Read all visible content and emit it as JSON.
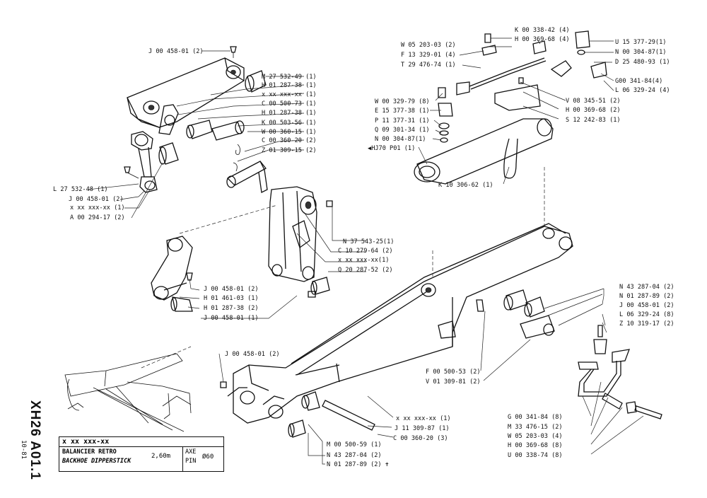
{
  "model_code": "XH26 A01.1",
  "date_code": "10-81",
  "title_block": {
    "ref": "x xx xxx-xx",
    "title_fr": "BALANCIER RETRO",
    "title_en": "BACKHOE DIPPERSTICK",
    "length": "2,60m",
    "axe_label": "AXE",
    "pin_label": "PIN",
    "diameter": "Ø60"
  },
  "callouts": {
    "j_top": "J 00 458-01 (2)",
    "m27": "M 27 532-49 (1)",
    "h01a": "H 01 287-38 (1)",
    "xx1": "x xx xxx-xx (1)",
    "c00_73": "C 00 500-73 (1)",
    "h01b": "H 01 287-38 (1)",
    "k00_56": "K 00 503-56 (1)",
    "w00_15": "W 00 360-15 (1)",
    "c00_20a": "C 00 360-20 (2)",
    "z01_15": "Z 01 309-15 (2)",
    "l27": "L 27 532-48 (1)",
    "j_left": "J 00 458-01 (2)",
    "xx_left": "x xx xxx-xx (1)",
    "a00": "A 00 294-17 (2)",
    "n37": "N 37 543-25(1)",
    "c10": "C 10 279-64 (2)",
    "xx_mid": "x xx xxx-xx(1)",
    "q20": "Q 20 287-52 (2)",
    "j_link1": "J 00 458-01 (2)",
    "h01_461": "H 01 461-03 (1)",
    "h01c": "H 01 287-38 (2)",
    "j_link2": "J 00 458-01 (1)",
    "k00_42": "K 00 338-42 (4)",
    "w05a": "W 05 203-03 (2)",
    "h00a": "H 00 369-68 (4)",
    "f13": "F 13 329-01 (4)",
    "t29": "T 29 476-74 (1)",
    "u15": "U 15 377-29(1)",
    "n00_87a": "N 00 304-87(1)",
    "d25": "D 25 480-93 (1)",
    "g00a": "G00 341-84(4)",
    "l06a": "L 06 329-24 (4)",
    "w00_79": "W 00 329-79 (8)",
    "e15": "E 15 377-38 (1)",
    "p11": "P 11 377-31 (1)",
    "q09": "Q 09 301-34 (1)",
    "n00_87b": "N 00 304-87(1)",
    "hj70": "HJ70 P01 (1)",
    "v08": "V 08 345-51 (2)",
    "h00b": "H 00 369-68 (2)",
    "s12": "S 12 242-83 (1)",
    "k10": "K 10 306-62 (1)",
    "n43a": "N 43 287-04 (2)",
    "n01a": "N 01 287-89 (2)",
    "j_right": "J 00 458-01 (2)",
    "l06b": "L 06 329-24 (8)",
    "z10": "Z 10 319-17 (2)",
    "j_bottom": "J 00 458-01 (2)",
    "f00": "F 00 500-53 (2)",
    "v01": "V 01 309-81 (2)",
    "xx_bottom": "x xx xxx-xx (1)",
    "j11": "J 11 309-87 (1)",
    "m00": "M 00 500-59 (1)",
    "c00_20b": "C 00 360-20 (3)",
    "n43b": "N 43 287-04 (2)",
    "n01b": "N 01 287-89 (2)",
    "g00b": "G 00 341-84 (8)",
    "m33": "M 33 476-15 (2)",
    "w05b": "W 05 203-03 (4)",
    "h00c": "H 00 369-68 (8)",
    "u00": "U 00 338-74 (8)"
  }
}
